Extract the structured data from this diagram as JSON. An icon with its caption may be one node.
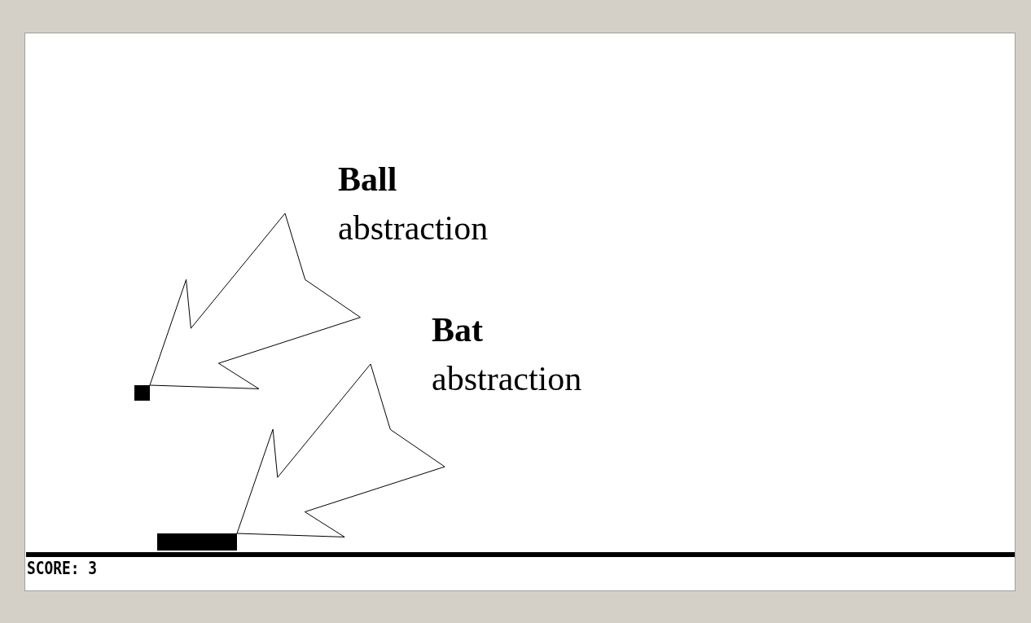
{
  "diagram": {
    "nodes": [
      {
        "text": [
          "Ball",
          "abstraction"
        ]
      },
      {
        "text": [],
        "shape": "box"
      },
      {
        "text": [
          "Bat",
          "abstraction"
        ]
      },
      {
        "text": [],
        "shape": "bar"
      }
    ],
    "edges": [
      {
        "from": 0,
        "to": 1,
        "arrow": "to"
      },
      {
        "from": 2,
        "to": 3,
        "arrow": "to"
      }
    ],
    "labels": [
      "SCORE: 3"
    ]
  }
}
